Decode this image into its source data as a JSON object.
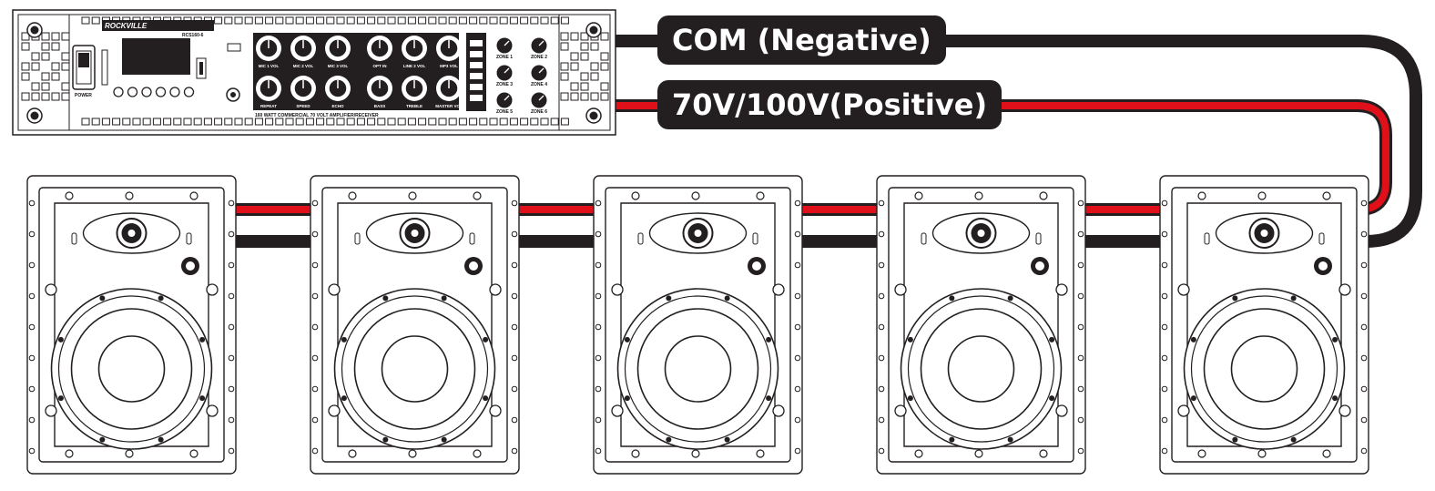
{
  "wire_labels": {
    "com": "COM (Negative)",
    "positive": "70V/100V(Positive)"
  },
  "wire_colors": {
    "negative": "#231f20",
    "positive": "#e0101b"
  },
  "amplifier": {
    "brand": "ROCKVILLE",
    "model": "RCS160-6",
    "power_label": "POWER",
    "tagline": "160 WATT COMMERCIAL 70 VOLT AMPLIFIER/RECEIVER",
    "knob_labels": [
      "MIC 1 VOL",
      "MIC 2 VOL",
      "MIC 3 VOL",
      "OPT IN",
      "LINE 2 VOL",
      "MP3 VOL",
      "REPEAT",
      "SPEED",
      "ECHO",
      "BASS",
      "TREBLE",
      "MASTER VOL"
    ],
    "zone_labels": [
      "ZONE 1",
      "ZONE 2",
      "ZONE 3",
      "ZONE 4",
      "ZONE 5",
      "ZONE 6"
    ]
  },
  "speakers": {
    "count": 5,
    "icon": "in-wall-speaker-icon"
  }
}
